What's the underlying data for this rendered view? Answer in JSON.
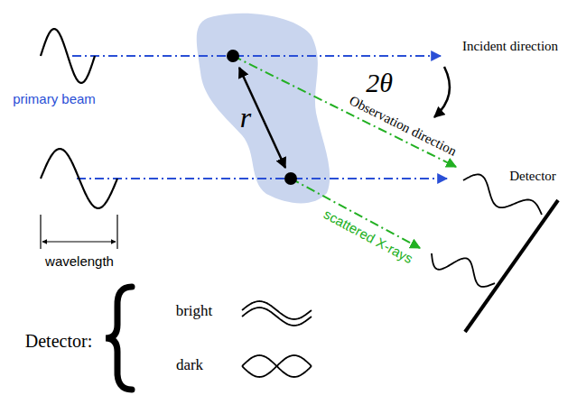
{
  "diagram": {
    "labels": [
      "primary beam",
      "wavelength",
      "r",
      "Incident direction",
      "2θ",
      "Observation direction",
      "Detector",
      "scattered X-rays",
      "Detector:",
      "bright",
      "dark"
    ]
  }
}
